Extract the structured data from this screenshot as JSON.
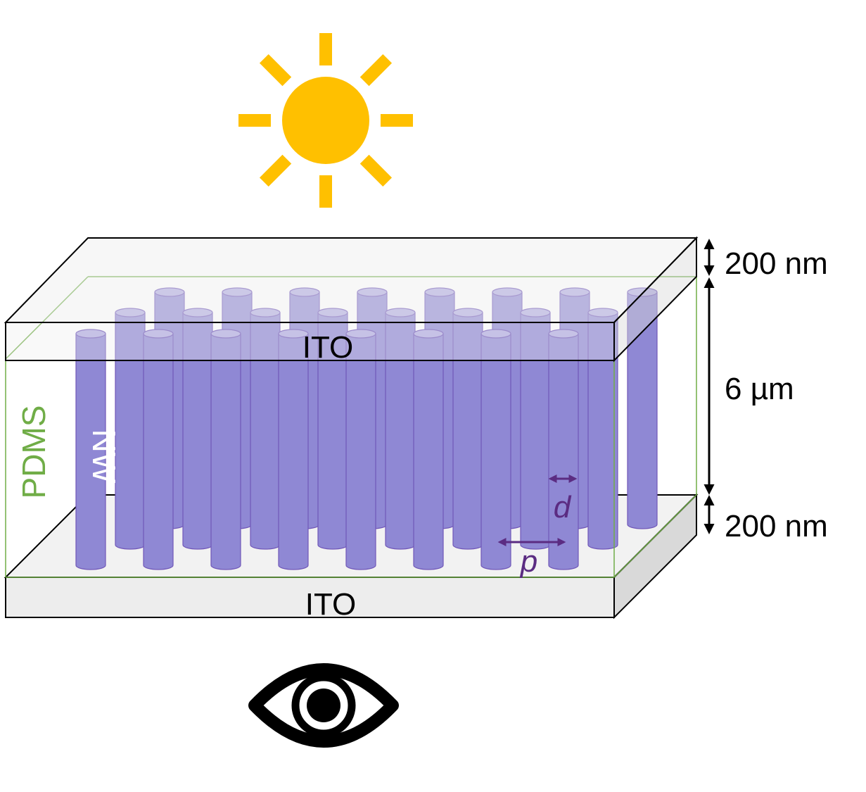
{
  "colors": {
    "sun": "#FFC000",
    "nanowire_fill": "#8F88D4",
    "nanowire_top": "#B1ABE2",
    "nanowire_stroke": "#7158B8",
    "pdms": "#70AD47",
    "ito_fill": "#EDEDED",
    "ito_side": "#D9D9D9",
    "dimension": "#5B2C82",
    "text": "#000000"
  },
  "labels": {
    "top_electrode": "ITO",
    "bottom_electrode": "ITO",
    "matrix": "PDMS",
    "nanowire": "NW",
    "diameter": "d",
    "pitch": "p",
    "top_thickness": "200 nm",
    "matrix_thickness": "6 µm",
    "bottom_thickness": "200 nm"
  },
  "icons": {
    "light_source": "sun-icon",
    "observer": "eye-icon"
  }
}
